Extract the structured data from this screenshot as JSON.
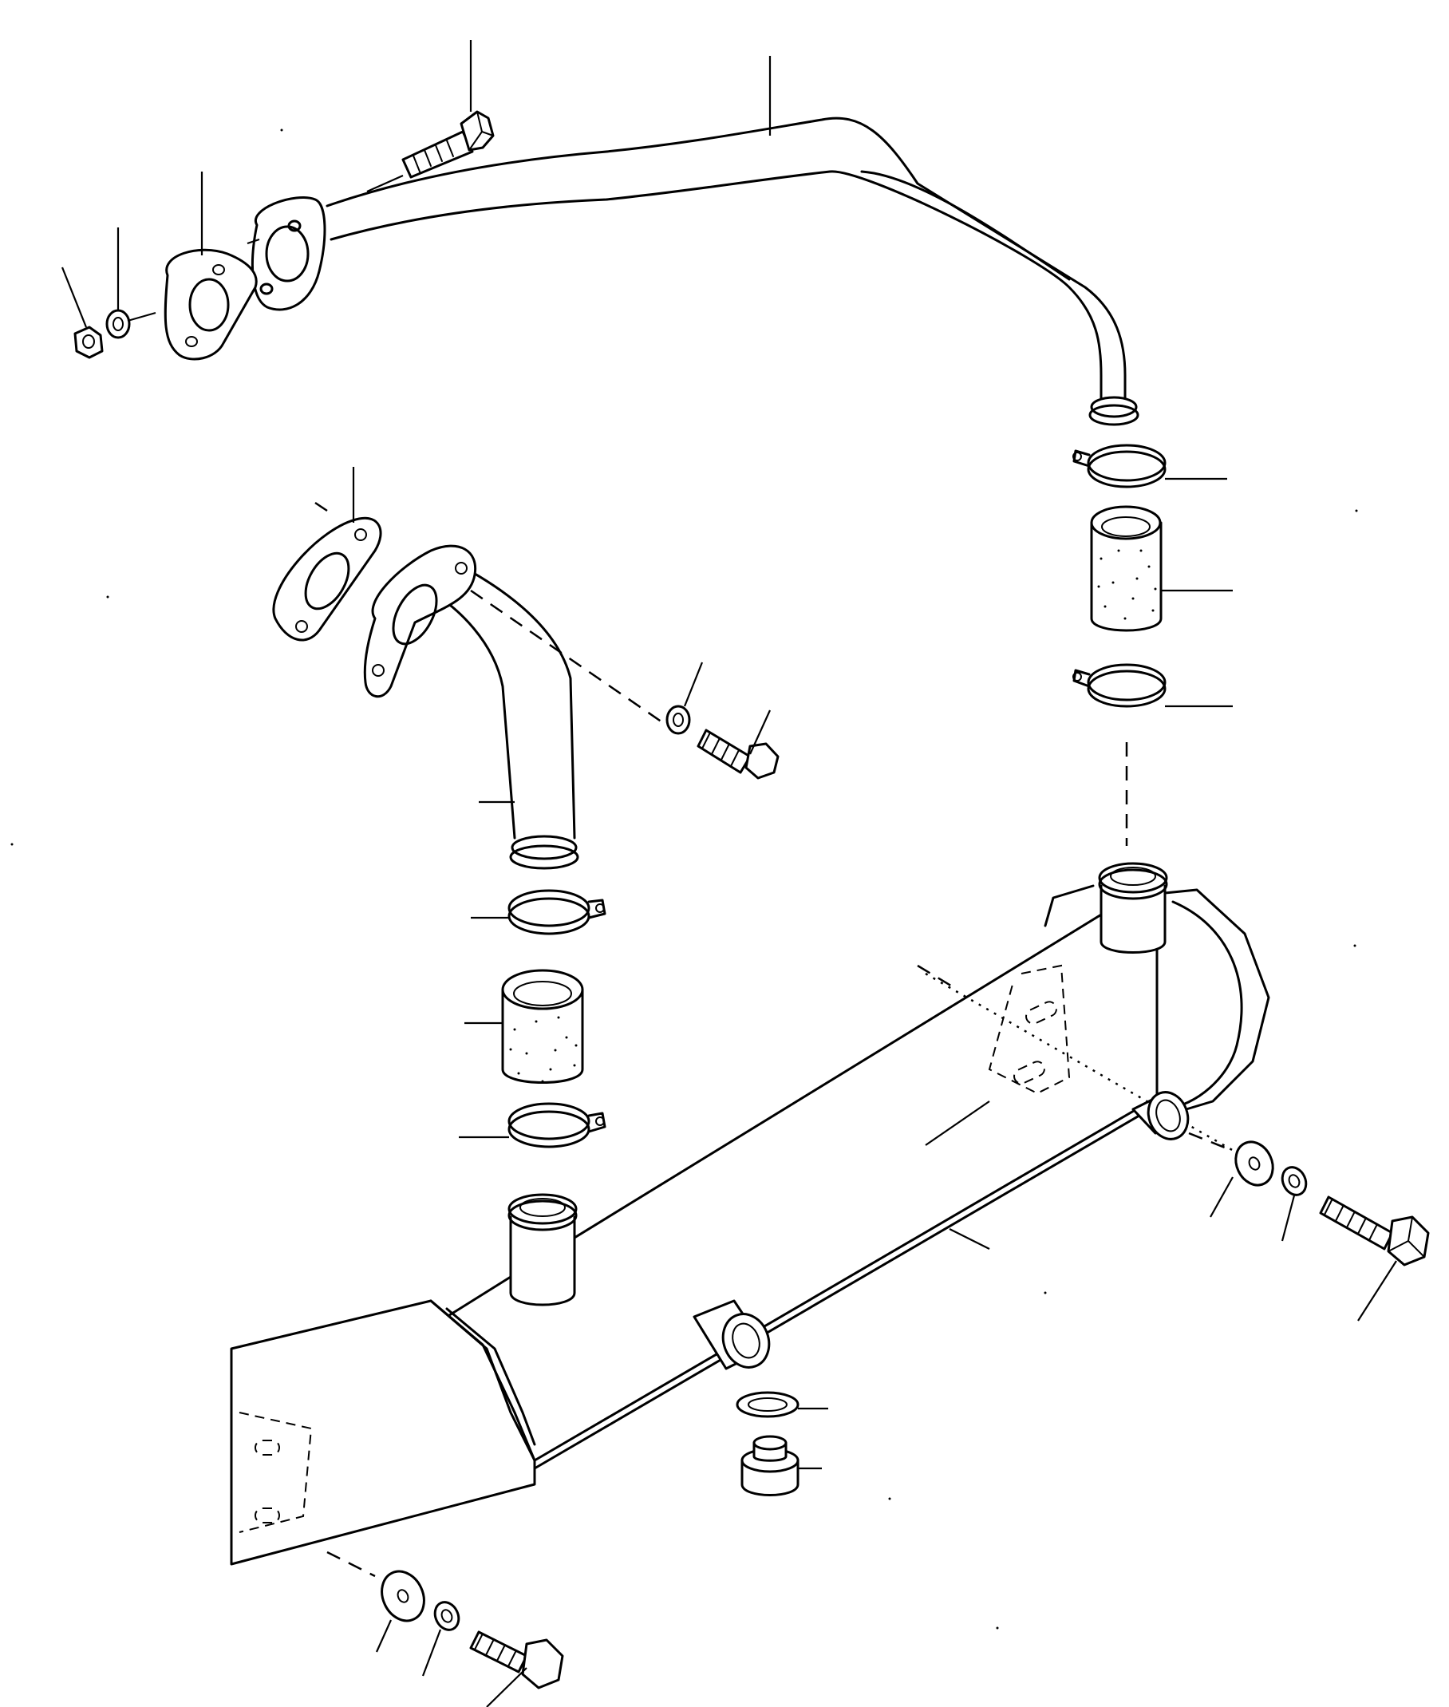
{
  "diagram": {
    "style_color": "#000000",
    "background": "#ffffff",
    "parts": [
      {
        "id": "upper-tube",
        "icon": "pipe-icon"
      },
      {
        "id": "lower-elbow-tube",
        "icon": "pipe-icon"
      },
      {
        "id": "cooler-body",
        "icon": "cooler-icon"
      },
      {
        "id": "hose-right",
        "icon": "hose-icon"
      },
      {
        "id": "hose-left",
        "icon": "hose-icon"
      },
      {
        "id": "hose-clamps",
        "icon": "clamp-icon"
      },
      {
        "id": "gaskets",
        "icon": "gasket-icon"
      },
      {
        "id": "bolts",
        "icon": "bolt-icon"
      },
      {
        "id": "washers",
        "icon": "washer-icon"
      },
      {
        "id": "nut",
        "icon": "nut-icon"
      },
      {
        "id": "drain-plug",
        "icon": "plug-icon"
      }
    ]
  }
}
